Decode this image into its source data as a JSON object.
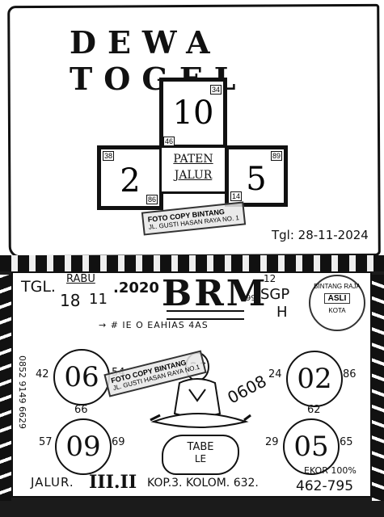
{
  "top": {
    "title": "DEWA TOGEL",
    "center_top": "10",
    "center_top_small": "34",
    "left_box": "2",
    "left_box_small_top": "38",
    "left_box_small_bottom": "86",
    "center_label_line1": "PATEN",
    "center_label_line2": "JALUR",
    "center_small": "46",
    "right_box": "5",
    "right_box_small_top": "89",
    "right_box_small_bottom": "14",
    "stamp_line1": "FOTO COPY BINTANG",
    "stamp_line2": "JL. GUSTI HASAN RAYA NO. 1",
    "date": "Tgl: 28-11-2024"
  },
  "bottom": {
    "tgl_label": "TGL.",
    "day": "RABU",
    "date_day": "18",
    "date_month": "11",
    "year": ".2020",
    "brand": "BRM",
    "brand_sub": "99",
    "market_num": "12",
    "market": "SGP",
    "market_h": "H",
    "round_stamp_top": "BINTANG RAJA",
    "round_stamp_mid": "ASLI",
    "round_stamp_bottom": "KOTA",
    "subtitle": "→ # IE O EAHIAS 4AS",
    "phone": "0852 9149 6629",
    "c1": {
      "value": "06",
      "left": "42",
      "right": "54",
      "bottom": "66"
    },
    "c2": {
      "value": "02",
      "left": "24",
      "right": "86",
      "bottom": "62"
    },
    "c3": {
      "value": "09",
      "left": "57",
      "right": "69"
    },
    "c4": {
      "value": "05",
      "left": "29",
      "right": "65"
    },
    "stamp_line1": "FOTO COPY BINTANG",
    "stamp_line2": "JL. GUSTI HASAN RAYA NO.1",
    "side_note": "0608",
    "tabe": "TABE",
    "tabe_sub": "LE",
    "jalur_label": "JALUR.",
    "jalur_value": "III.II",
    "kop": "KOP.3. KOLOM. 632.",
    "ekor": "EKOR 100%",
    "ekor_value": "462-795"
  }
}
